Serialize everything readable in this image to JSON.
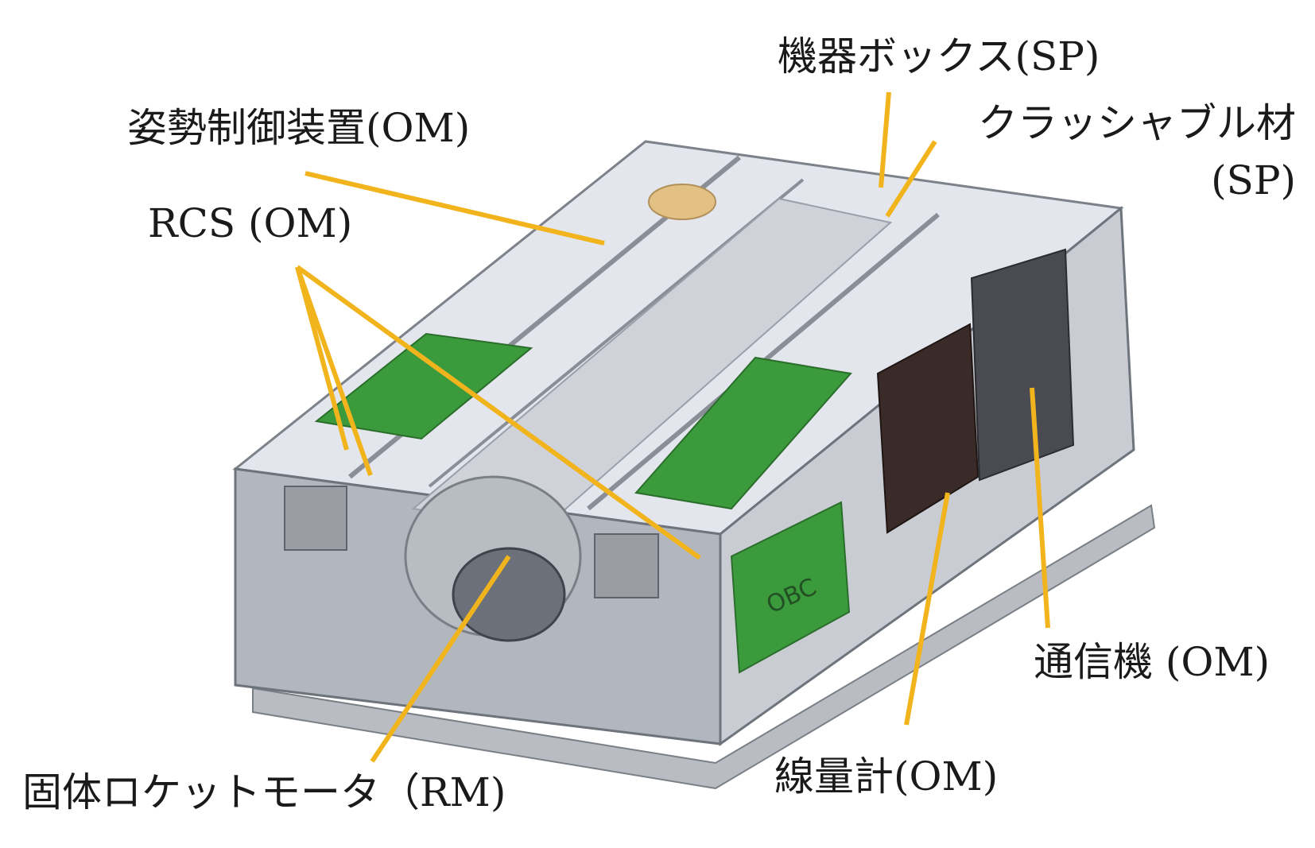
{
  "labels": {
    "instrument_box": "機器ボックス(SP)",
    "attitude_control": "姿勢制御装置(OM)",
    "crushable_material": "クラッシャブル材",
    "crushable_material_sp": "(SP)",
    "rcs": "RCS (OM)",
    "communication": "通信機 (OM)",
    "dosimeter": "線量計(OM)",
    "solid_rocket_motor": "固体ロケットモータ（RM)",
    "obc": "OBC"
  },
  "colors": {
    "leader_line": "#f2b41c",
    "frame": "#6e747c",
    "panel_light": "#d8dce3",
    "panel_mid": "#a9aeb8",
    "green_board": "#3a9a3c",
    "tank": "#c9ccd2",
    "dark_module": "#3a2b28"
  }
}
